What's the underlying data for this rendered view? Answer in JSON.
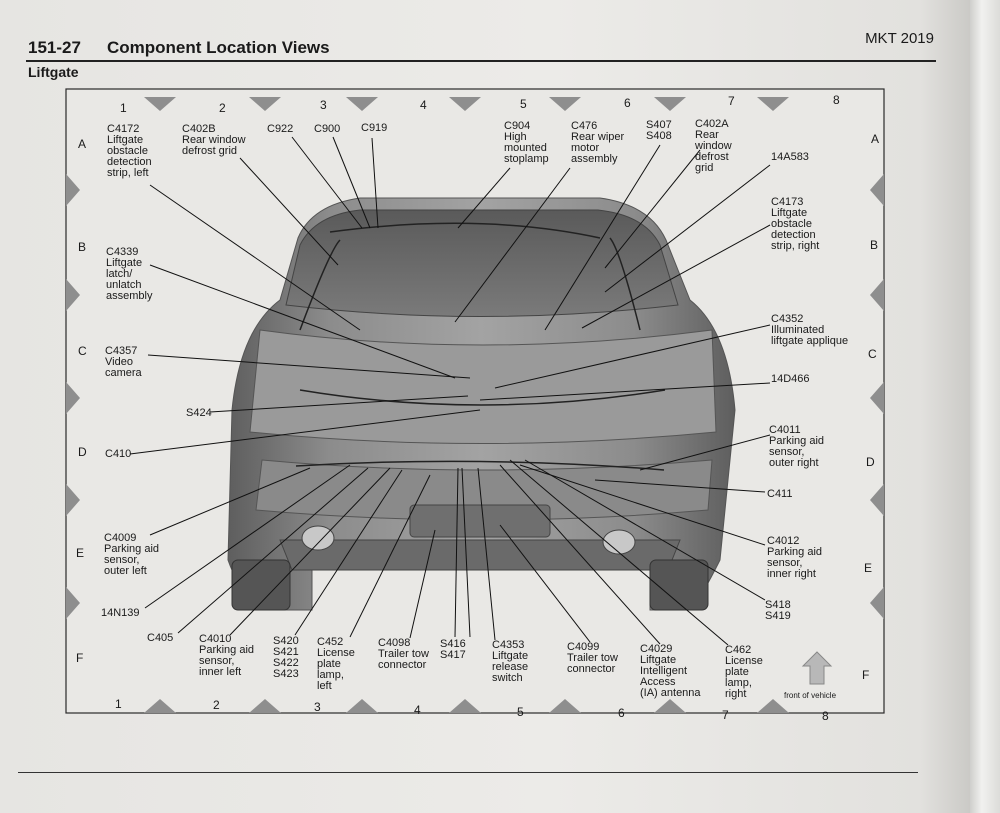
{
  "header": {
    "page_number": "151-27",
    "title": "Component Location Views",
    "model": "MKT 2019"
  },
  "section": "Liftgate",
  "grid": {
    "columns": [
      "1",
      "2",
      "3",
      "4",
      "5",
      "6",
      "7",
      "8"
    ],
    "rows": [
      "A",
      "B",
      "C",
      "D",
      "E",
      "F"
    ]
  },
  "labels": {
    "c4172": "C4172\nLiftgate\nobstacle\ndetection\nstrip, left",
    "c402b": "C402B\nRear window\ndefrost grid",
    "c922": "C922",
    "c900": "C900",
    "c919": "C919",
    "c904": "C904\nHigh\nmounted\nstoplamp",
    "c476": "C476\nRear wiper\nmotor\nassembly",
    "s407": "S407\nS408",
    "c402a": "C402A\nRear\nwindow\ndefrost\ngrid",
    "n14a583": "14A583",
    "c4173": "C4173\nLiftgate\nobstacle\ndetection\nstrip, right",
    "c4339": "C4339\nLiftgate\nlatch/\nunlatch\nassembly",
    "c4352": "C4352\nIlluminated\nliftgate applique",
    "c4357": "C4357\nVideo\ncamera",
    "n14d466": "14D466",
    "s424": "S424",
    "c4011": "C4011\nParking aid\nsensor,\nouter right",
    "c410": "C410",
    "c411": "C411",
    "c4009": "C4009\nParking aid\nsensor,\nouter left",
    "c4012": "C4012\nParking aid\nsensor,\ninner right",
    "n14n139": "14N139",
    "s418": "S418\nS419",
    "c405": "C405",
    "c4010": "C4010\nParking aid\nsensor,\ninner left",
    "s420": "S420\nS421\nS422\nS423",
    "c452": "C452\nLicense\nplate\nlamp,\nleft",
    "c4098": "C4098\nTrailer tow\nconnector",
    "s416": "S416\nS417",
    "c4353": "C4353\nLiftgate\nrelease\nswitch",
    "c4099": "C4099\nTrailer tow\nconnector",
    "c4029": "C4029\nLiftgate\nIntelligent\nAccess\n(IA) antenna",
    "c462": "C462\nLicense\nplate\nlamp,\nright",
    "front": "front of vehicle"
  },
  "colors": {
    "frame": "#2a2a2a",
    "arrow_tri": "#8e8e8e",
    "car_body": "#7d7d7d",
    "leader": "#111111",
    "front_arrow": "#b8b8b8"
  }
}
